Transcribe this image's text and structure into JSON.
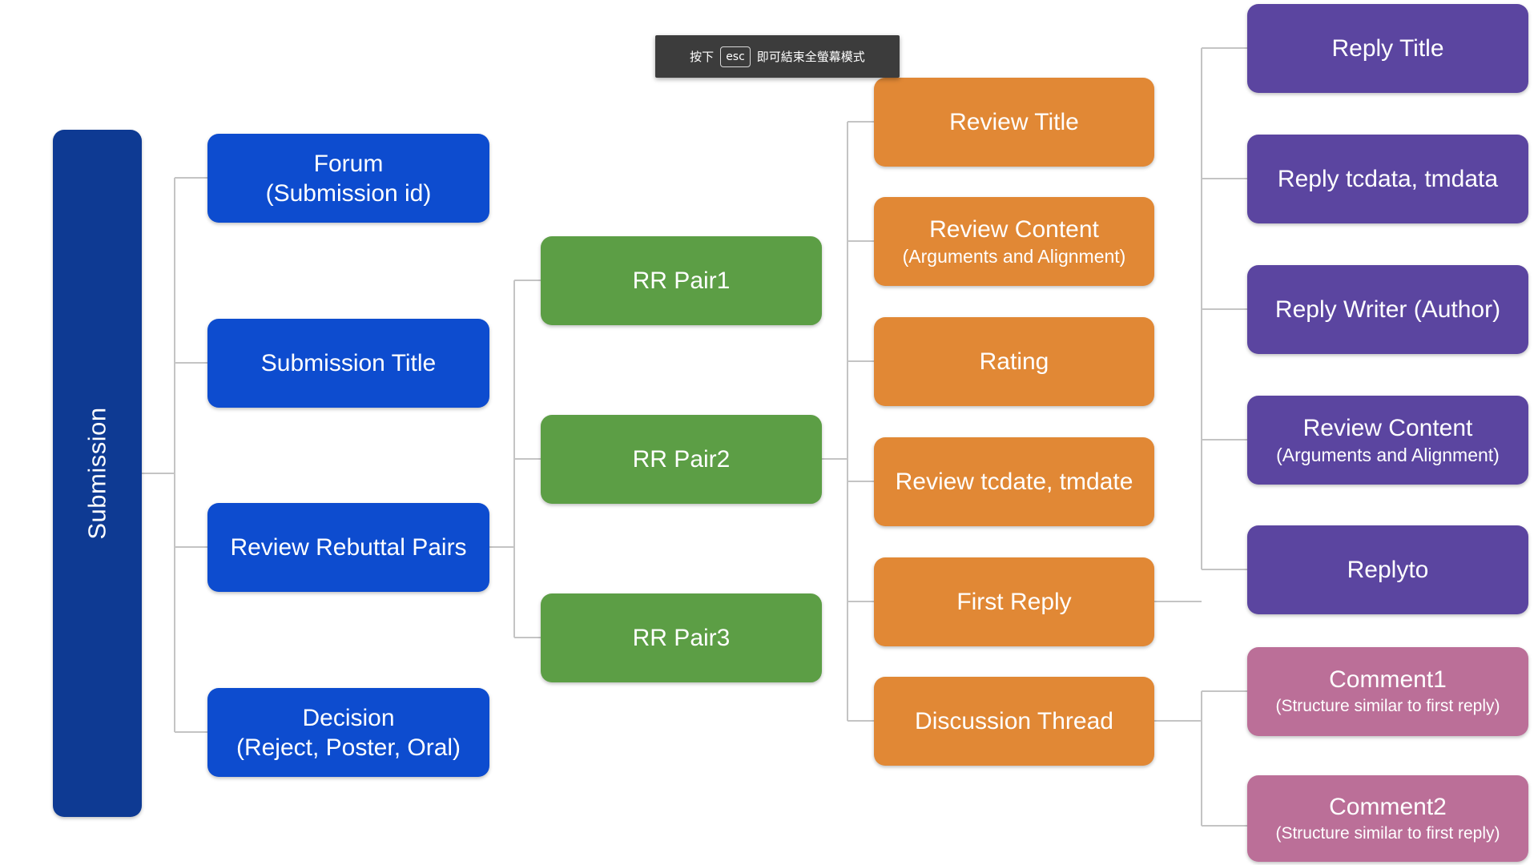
{
  "toast": {
    "prefix": "按下",
    "key": "esc",
    "suffix": "即可結束全螢幕模式"
  },
  "root": {
    "label": "Submission"
  },
  "level1": [
    {
      "line1": "Forum",
      "line2": "(Submission id)"
    },
    {
      "line1": "Submission Title"
    },
    {
      "line1": "Review Rebuttal Pairs"
    },
    {
      "line1": "Decision",
      "line2": "(Reject, Poster, Oral)"
    }
  ],
  "level2": [
    {
      "line1": "RR Pair1"
    },
    {
      "line1": "RR Pair2"
    },
    {
      "line1": "RR Pair3"
    }
  ],
  "level3": [
    {
      "line1": "Review Title"
    },
    {
      "line1": "Review Content",
      "sub": "(Arguments and Alignment)"
    },
    {
      "line1": "Rating"
    },
    {
      "line1": "Review tcdate, tmdate"
    },
    {
      "line1": "First Reply"
    },
    {
      "line1": "Discussion Thread"
    }
  ],
  "level4": [
    {
      "line1": "Reply Title"
    },
    {
      "line1": "Reply tcdata, tmdata"
    },
    {
      "line1": "Reply Writer (Author)"
    },
    {
      "line1": "Review Content",
      "sub": "(Arguments and Alignment)"
    },
    {
      "line1": "Replyto"
    }
  ],
  "level5": [
    {
      "line1": "Comment1",
      "sub": "(Structure similar to first reply)"
    },
    {
      "line1": "Comment2",
      "sub": "(Structure similar to first reply)"
    }
  ],
  "colors": {
    "root": "#0e3a93",
    "level1": "#0d4ccf",
    "level2": "#5c9e45",
    "level3": "#e18835",
    "level4": "#5b45a0",
    "level5": "#bb6f98",
    "connector": "#c4c4c4"
  }
}
